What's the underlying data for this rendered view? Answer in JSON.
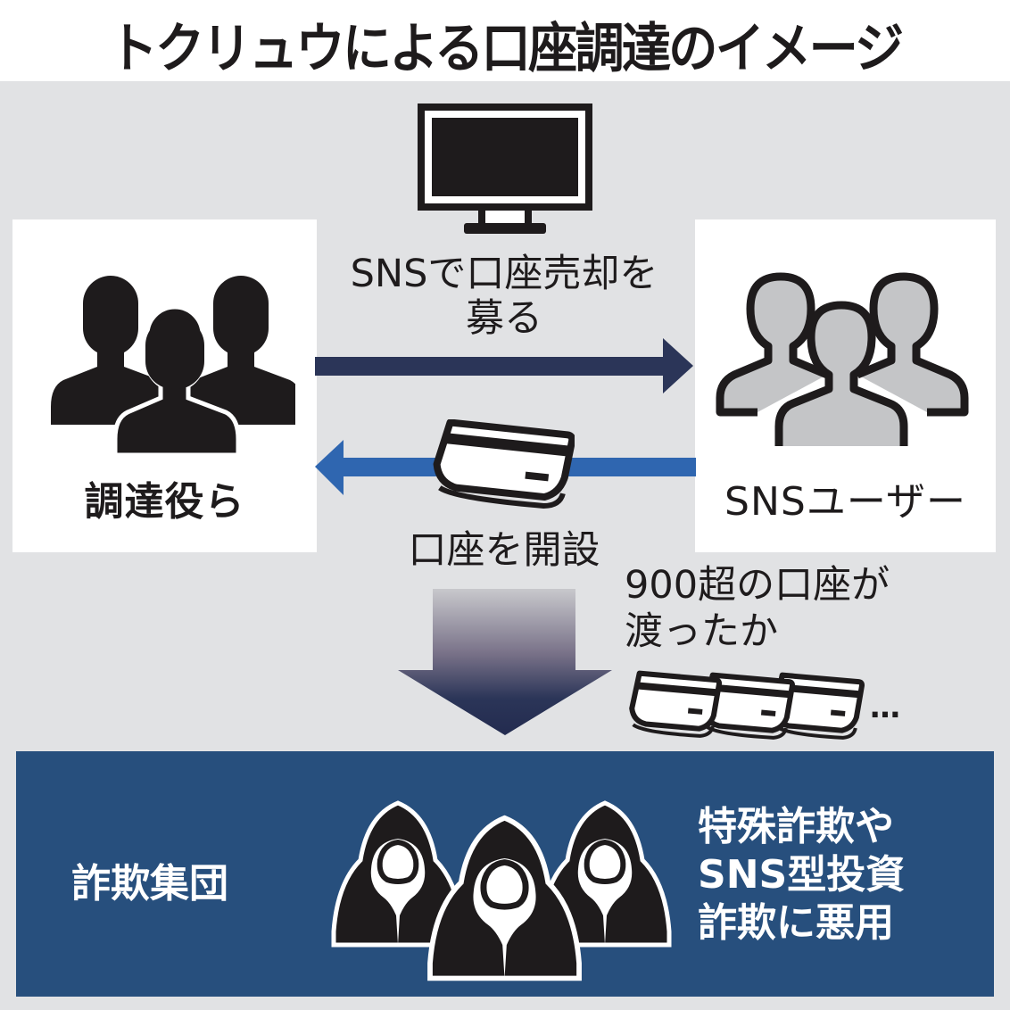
{
  "title": "トクリュウによる口座調達のイメージ",
  "colors": {
    "background": "#e1e2e4",
    "panel": "#ffffff",
    "dark_arrow": "#2b3558",
    "blue_arrow": "#2f66b0",
    "bottom_panel": "#274f7d",
    "silhouette_dark": "#1e1b1c",
    "silhouette_gray": "#c4c5c7"
  },
  "left_actor": {
    "label": "調達役ら",
    "icon": "people-group-icon"
  },
  "right_actor": {
    "label": "SNSユーザー",
    "icon": "people-group-outline-icon"
  },
  "computer": {
    "icon": "monitor-icon"
  },
  "flow_top": {
    "text_line1": "SNSで口座売却を",
    "text_line2": "募る",
    "direction": "right"
  },
  "flow_bottom": {
    "text": "口座を開設",
    "icon": "bank-card-icon",
    "direction": "left"
  },
  "transfer": {
    "text_line1": "900超の口座が",
    "text_line2": "渡ったか",
    "icon": "bank-cards-stack-icon",
    "ellipsis": "…"
  },
  "down_arrow": {
    "icon": "down-arrow-icon"
  },
  "fraud_group": {
    "label": "詐欺集団",
    "icon": "hooded-figures-icon",
    "misuse_line1": "特殊詐欺や",
    "misuse_line2": "SNS型投資",
    "misuse_line3": "詐欺に悪用"
  }
}
